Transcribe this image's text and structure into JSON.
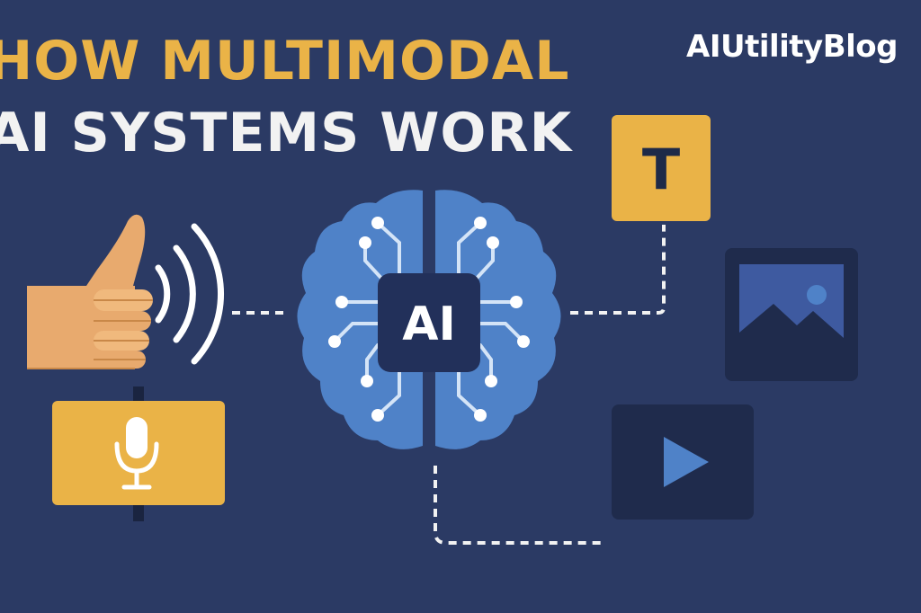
{
  "title": {
    "line1": "HOW MULTIMODAL",
    "line2": "AI SYSTEMS WORK"
  },
  "brand": "AIUtilityBlog",
  "brain": {
    "label": "AI",
    "icon": "brain-circuit-icon"
  },
  "inputs": [
    {
      "icon": "thumbs-up-hand-icon"
    },
    {
      "icon": "sound-waves-icon"
    },
    {
      "icon": "microphone-icon"
    }
  ],
  "outputs": [
    {
      "icon": "text-icon",
      "label": "T"
    },
    {
      "icon": "image-icon"
    },
    {
      "icon": "video-play-icon"
    }
  ],
  "colors": {
    "background": "#2b3a64",
    "accent": "#eab347",
    "brain": "#4f82c8",
    "panel": "#1f2b4c"
  }
}
